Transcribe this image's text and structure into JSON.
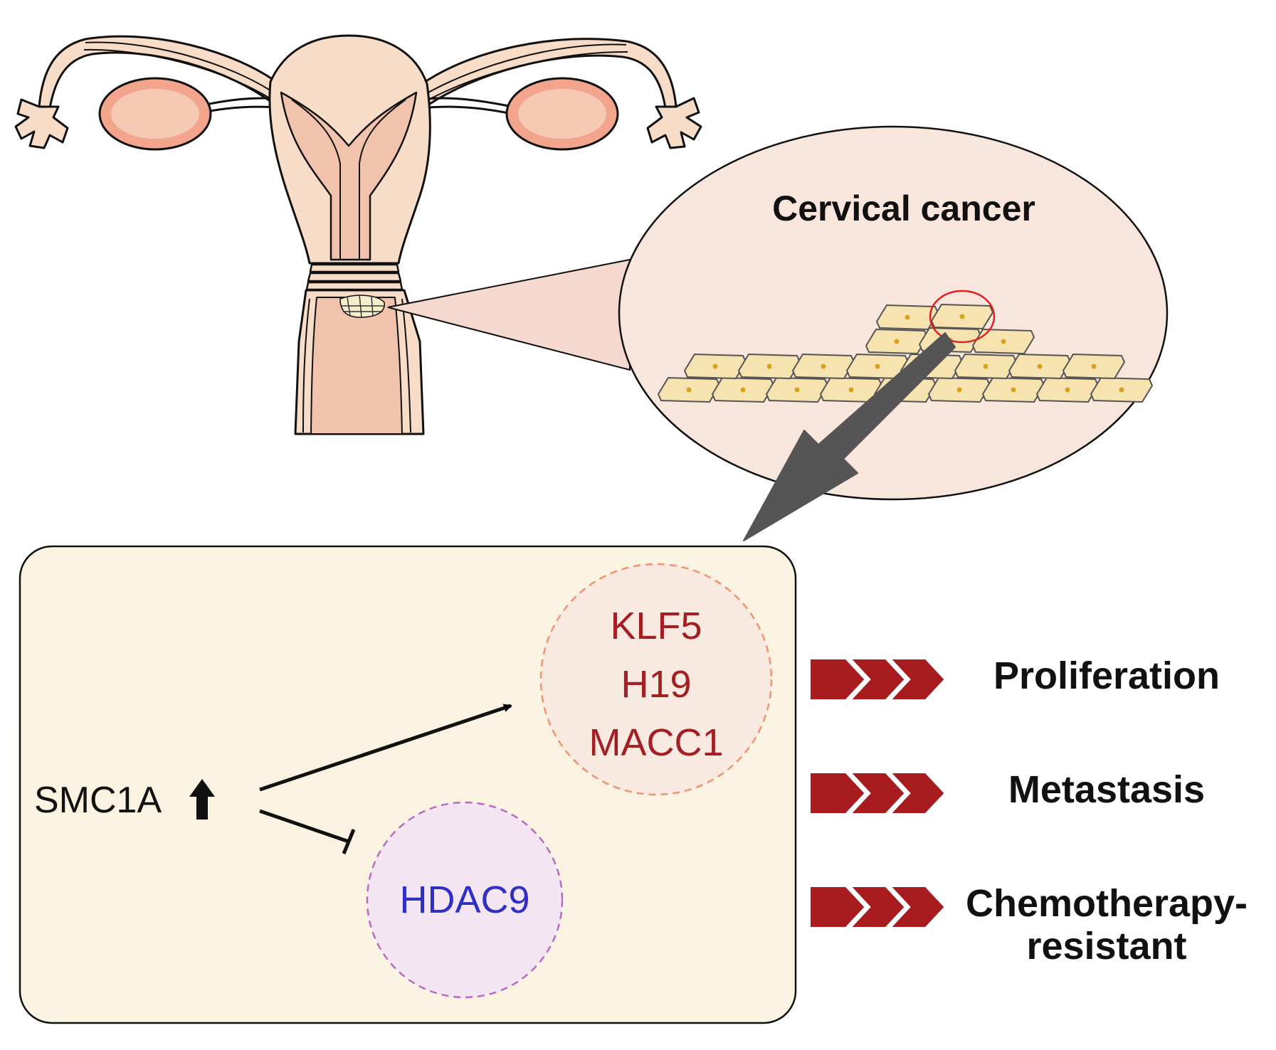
{
  "zoom": {
    "title": "Cervical cancer"
  },
  "mechanism": {
    "driver": "SMC1A",
    "upregulated_genes": [
      "KLF5",
      "H19",
      "MACC1"
    ],
    "downregulated_gene": "HDAC9"
  },
  "outcomes": [
    {
      "label": "Proliferation"
    },
    {
      "label": "Metastasis"
    },
    {
      "label": "Chemotherapy-",
      "label2": "resistant"
    }
  ],
  "colors": {
    "tissue_pink": "#f3c8b2",
    "tissue_light": "#f7e0cf",
    "zoom_bg": "#f8e5dc",
    "cell_fill": "#f6e3b0",
    "box_bg": "#fbf3e1",
    "up_gene_color": "#a31f24",
    "down_gene_color": "#2f2fc4",
    "chevron_color": "#a81c20",
    "big_arrow": "#555555"
  }
}
